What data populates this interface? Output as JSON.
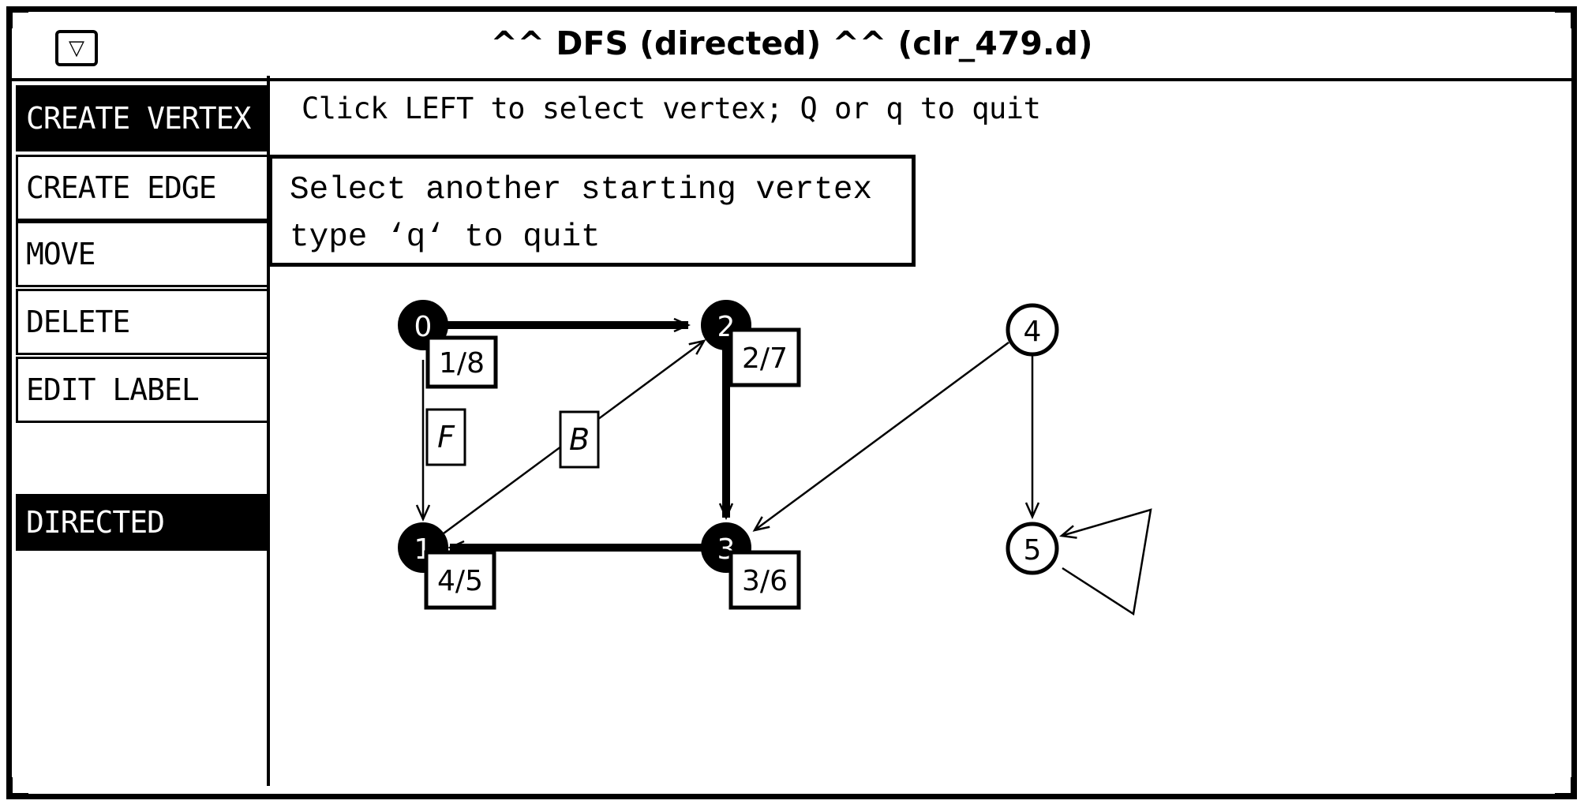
{
  "window": {
    "menu_icon": "triangle-down-icon",
    "menu_glyph": "▽",
    "title": "^^ DFS (directed) ^^ (clr_479.d)"
  },
  "sidebar": {
    "items": [
      {
        "label": "CREATE VERTEX",
        "selected": true
      },
      {
        "label": "CREATE EDGE",
        "selected": false
      },
      {
        "label": "MOVE",
        "selected": false
      },
      {
        "label": "DELETE",
        "selected": false
      },
      {
        "label": "EDIT LABEL",
        "selected": false
      }
    ],
    "mode": {
      "label": "DIRECTED",
      "selected": true
    }
  },
  "status": {
    "message": "Click LEFT to select vertex; Q or q to quit"
  },
  "popup": {
    "line1": "Select another starting vertex",
    "line2": "type ‘q‘ to quit"
  },
  "graph": {
    "vertices": [
      {
        "id": "0",
        "label": "0",
        "visited": true,
        "times": "1/8"
      },
      {
        "id": "1",
        "label": "1",
        "visited": true,
        "times": "4/5"
      },
      {
        "id": "2",
        "label": "2",
        "visited": true,
        "times": "2/7"
      },
      {
        "id": "3",
        "label": "3",
        "visited": true,
        "times": "3/6"
      },
      {
        "id": "4",
        "label": "4",
        "visited": false,
        "times": ""
      },
      {
        "id": "5",
        "label": "5",
        "visited": false,
        "times": ""
      }
    ],
    "edges": [
      {
        "from": "0",
        "to": "2",
        "tree": true,
        "label": ""
      },
      {
        "from": "0",
        "to": "1",
        "tree": false,
        "label": "F"
      },
      {
        "from": "1",
        "to": "2",
        "tree": false,
        "label": "B"
      },
      {
        "from": "2",
        "to": "3",
        "tree": true,
        "label": ""
      },
      {
        "from": "3",
        "to": "1",
        "tree": true,
        "label": ""
      },
      {
        "from": "4",
        "to": "3",
        "tree": false,
        "label": ""
      },
      {
        "from": "4",
        "to": "5",
        "tree": false,
        "label": ""
      },
      {
        "from": "5",
        "to": "5",
        "tree": false,
        "label": ""
      }
    ]
  },
  "colors": {
    "foreground": "#000000",
    "background": "#ffffff"
  }
}
